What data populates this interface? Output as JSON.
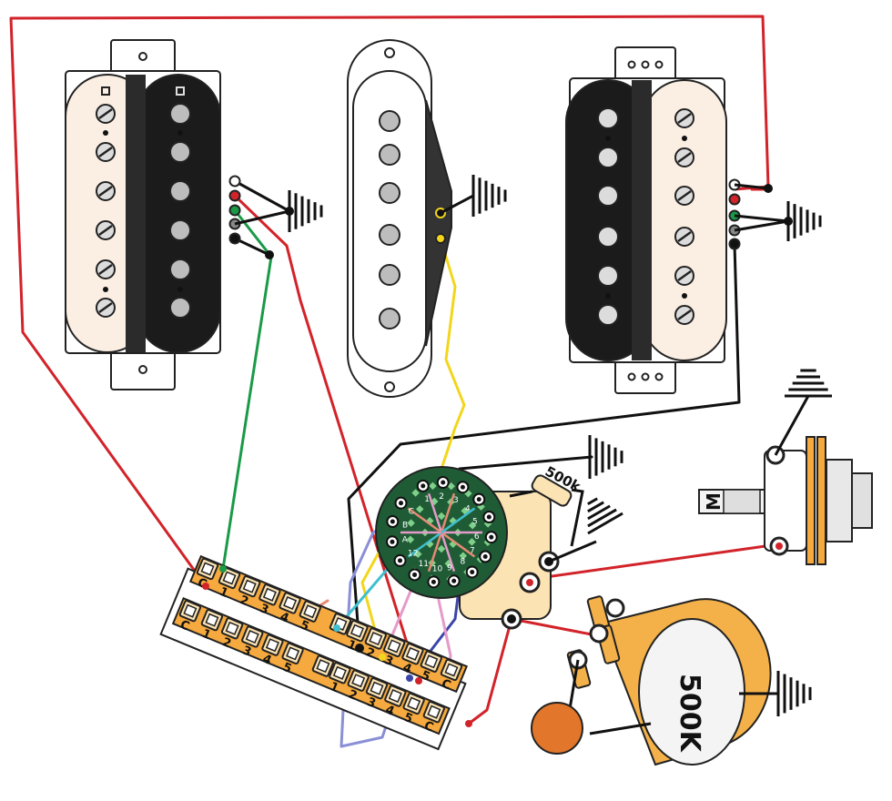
{
  "components": {
    "neck_humbucker": {
      "name": "neck-humbucker"
    },
    "middle_single_coil": {
      "name": "middle-single-coil"
    },
    "bridge_humbucker": {
      "name": "bridge-humbucker"
    },
    "rotary_switch": {
      "name": "rotary-switch",
      "labels": [
        "1",
        "2",
        "3",
        "4",
        "5",
        "6",
        "7",
        "8",
        "9",
        "10",
        "11",
        "12",
        "A",
        "B",
        "C"
      ]
    },
    "resistor": {
      "label": "500k"
    },
    "volume_pot": {
      "label": "500K"
    },
    "output_jack": {
      "label": "M"
    },
    "five_way_switch": {
      "upper_numbers": [
        "1",
        "2",
        "3",
        "4",
        "5"
      ],
      "lower_numbers": [
        "1",
        "2",
        "3",
        "4",
        "5"
      ],
      "common_label": "C"
    }
  },
  "colors": {
    "red": "#d2232a",
    "black": "#111111",
    "green": "#1a9a47",
    "yellow": "#f2d61c",
    "blue": "#3b45a8",
    "lavender": "#8a8fd6",
    "cyan": "#3fbfcf",
    "pink": "#e59bc9",
    "salmon": "#e68a73",
    "cream": "#fbeee2",
    "switch_orange": "#f5a93e",
    "pot_orange": "#f4b14a",
    "cap_orange": "#e2762a",
    "pcb_green": "#1f5c36"
  }
}
